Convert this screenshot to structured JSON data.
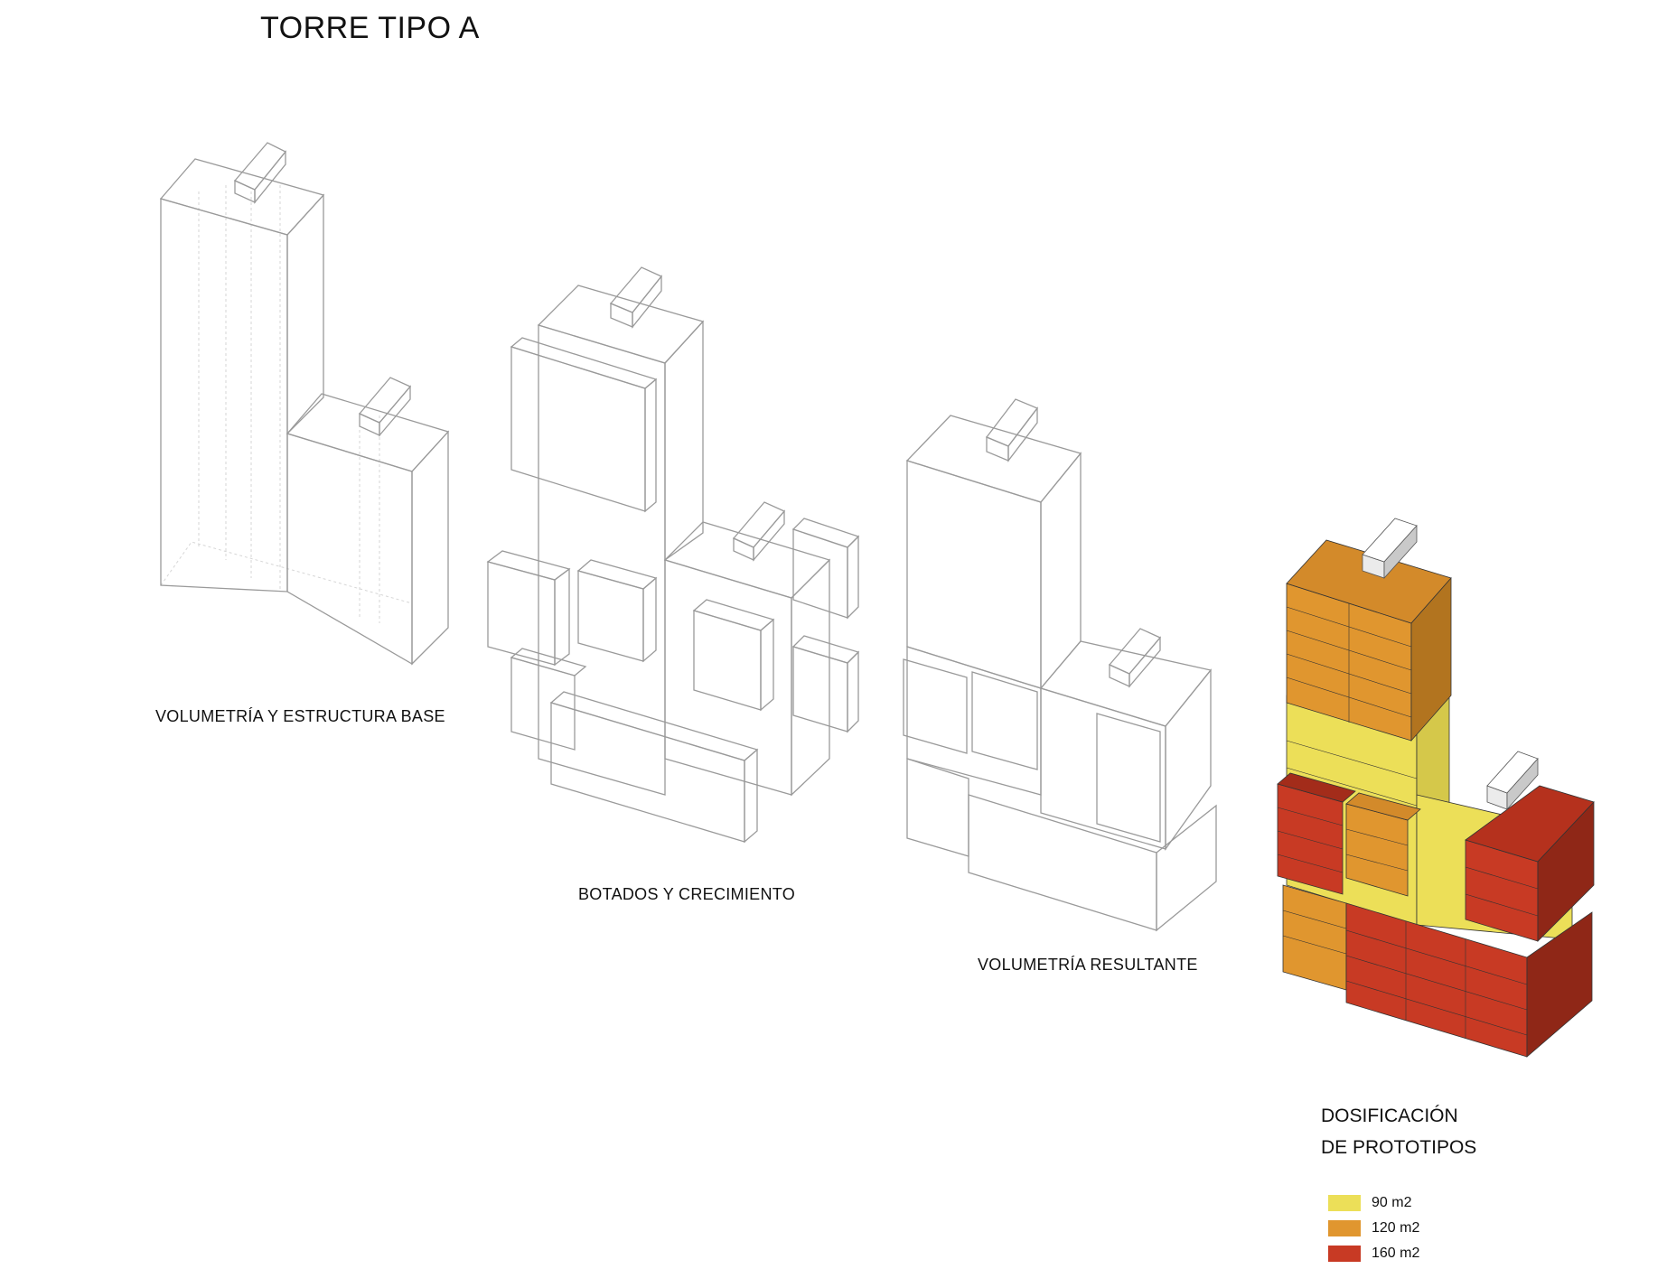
{
  "title": "TORRE TIPO A",
  "captions": {
    "step1": "VOLUMETRÍA Y ESTRUCTURA BASE",
    "step2": "BOTADOS Y CRECIMIENTO",
    "step3": "VOLUMETRÍA RESULTANTE"
  },
  "legend": {
    "title_line1": "DOSIFICACIÓN",
    "title_line2": "DE PROTOTIPOS",
    "items": [
      {
        "label": "90 m2",
        "color": "#ecdf58"
      },
      {
        "label": "120 m2",
        "color": "#e0962f"
      },
      {
        "label": "160 m2",
        "color": "#c83a24"
      }
    ]
  },
  "colors": {
    "outline": "#9a9a9a",
    "type_90": "#ecdf58",
    "type_120": "#e0962f",
    "type_160": "#c83a24",
    "core": "#e4e4e4"
  }
}
